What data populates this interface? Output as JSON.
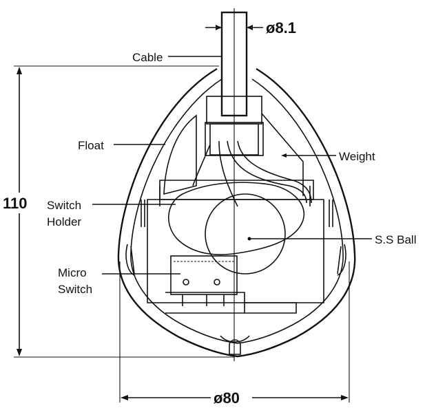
{
  "labels": {
    "cable": "Cable",
    "float": "Float",
    "weight": "Weight",
    "switch_holder_line1": "Switch",
    "switch_holder_line2": "Holder",
    "ss_ball": "S.S Ball",
    "micro_switch_line1": "Micro",
    "micro_switch_line2": "Switch"
  },
  "dimensions": {
    "cable_diameter": "ø8.1",
    "height": "110",
    "body_diameter": "ø80"
  },
  "colors": {
    "ink": "#111111",
    "background": "#ffffff"
  }
}
